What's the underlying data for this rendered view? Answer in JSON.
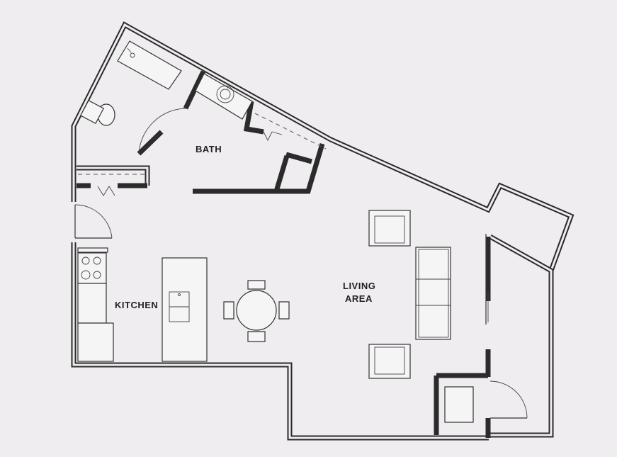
{
  "rooms": {
    "bath": "BATH",
    "kitchen": "KITCHEN",
    "living_line1": "LIVING",
    "living_line2": "AREA"
  },
  "colors": {
    "background": "#efedef",
    "wall": "#2b2b2b",
    "fixture_fill": "#f6f5f6"
  }
}
